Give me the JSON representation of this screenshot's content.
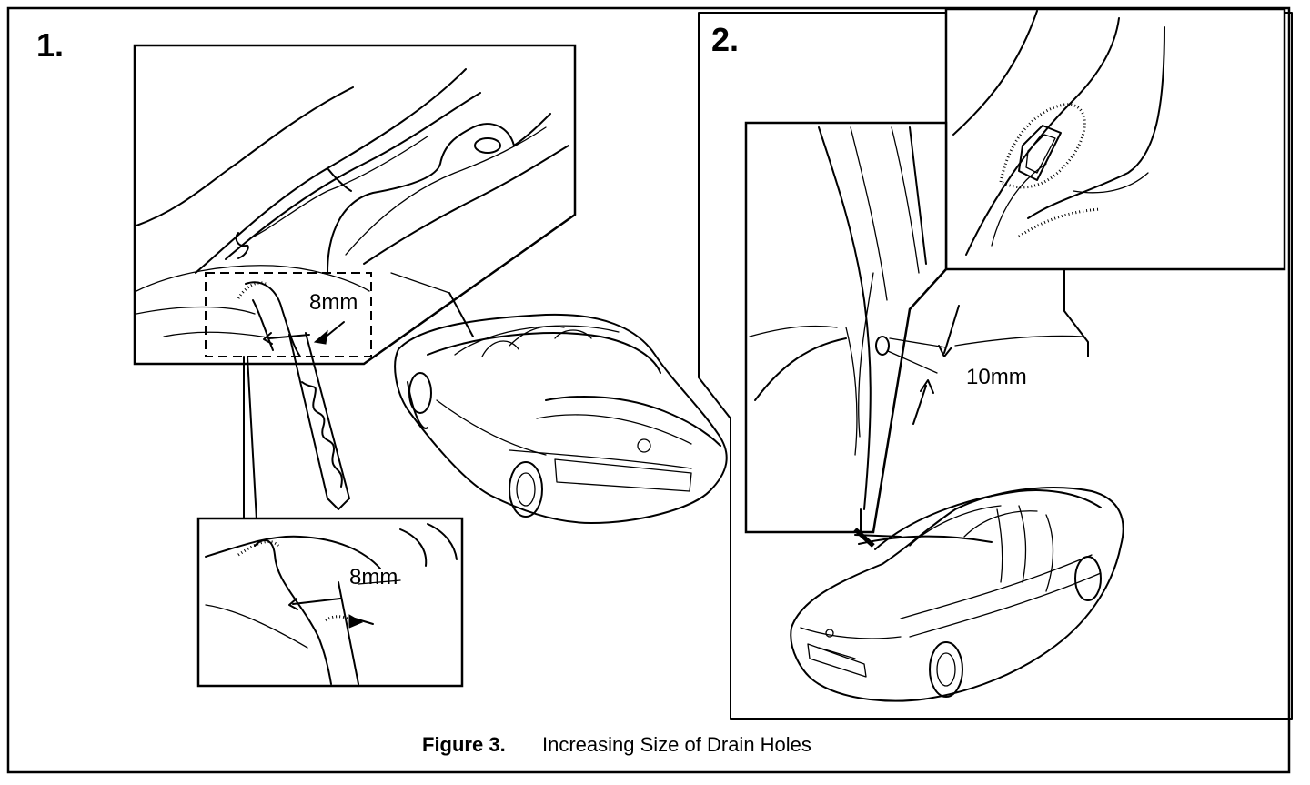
{
  "figure": {
    "caption_label": "Figure 3.",
    "caption_text": "Increasing Size of Drain Holes"
  },
  "panels": [
    {
      "step": "1.",
      "dimension_upper": "8mm",
      "dimension_lower": "8mm"
    },
    {
      "step": "2.",
      "dimension": "10mm"
    }
  ]
}
